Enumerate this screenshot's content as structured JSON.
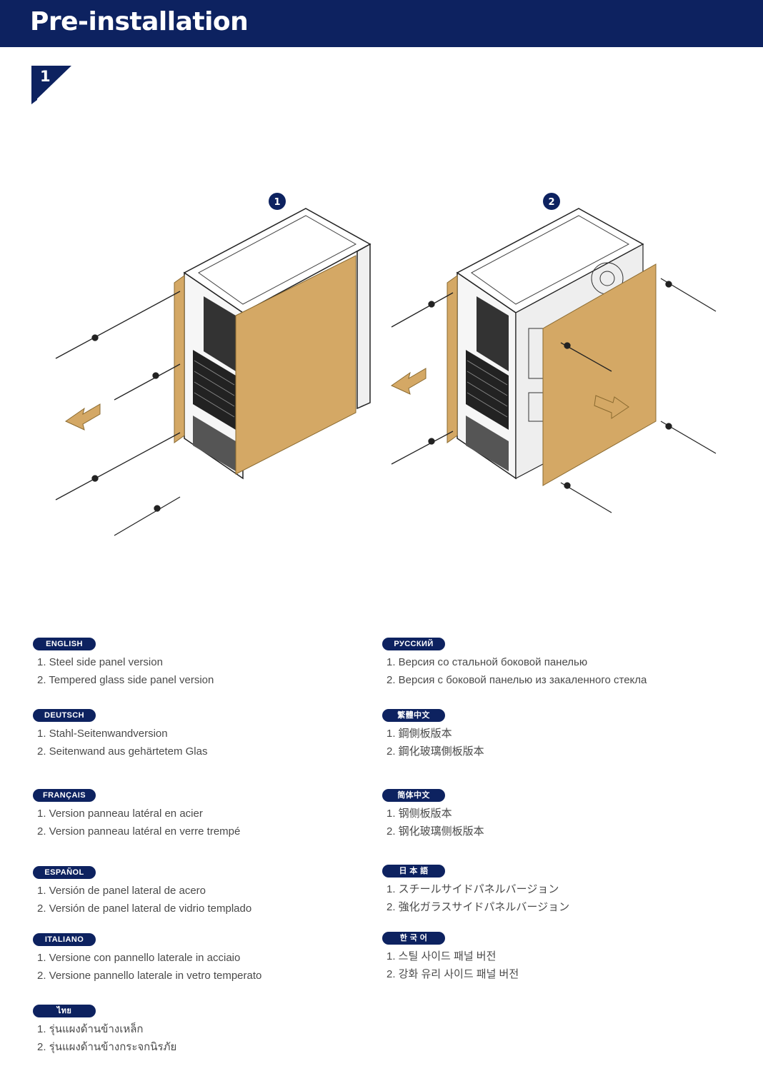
{
  "header": {
    "title": "Pre-installation"
  },
  "step": {
    "number": "1"
  },
  "callouts": {
    "first": "1",
    "second": "2"
  },
  "colors": {
    "navy": "#0d2260",
    "panel": "#d4a865",
    "line": "#222222"
  },
  "languages": [
    {
      "label": "ENGLISH",
      "items": [
        "1. Steel side panel version",
        "2. Tempered glass side panel version"
      ]
    },
    {
      "label": "РУССКИЙ",
      "items": [
        "1. Версия со стальной боковой панелью",
        "2. Версия с боковой панелью из закаленного стекла"
      ]
    },
    {
      "label": "DEUTSCH",
      "items": [
        "1. Stahl-Seitenwandversion",
        "2. Seitenwand aus gehärtetem Glas"
      ]
    },
    {
      "label": "繁體中文",
      "items": [
        "1. 鋼側板版本",
        "2. 鋼化玻璃側板版本"
      ]
    },
    {
      "label": "FRANÇAIS",
      "items": [
        "1. Version panneau latéral en acier",
        "2. Version panneau latéral en verre trempé"
      ]
    },
    {
      "label": "简体中文",
      "items": [
        "1. 钢侧板版本",
        "2. 钢化玻璃侧板版本"
      ]
    },
    {
      "label": "ESPAÑOL",
      "items": [
        "1. Versión de panel lateral de acero",
        "2. Versión de panel lateral de vidrio templado"
      ]
    },
    {
      "label": "日 本 語",
      "items": [
        "1. スチールサイドパネルバージョン",
        "2. 強化ガラスサイドパネルバージョン"
      ]
    },
    {
      "label": "ITALIANO",
      "items": [
        "1. Versione con pannello laterale in acciaio",
        "2. Versione pannello laterale in vetro temperato"
      ]
    },
    {
      "label": "한 국 어",
      "items": [
        "1. 스틸 사이드 패널 버전",
        "2. 강화 유리 사이드 패널 버전"
      ]
    },
    {
      "label": "ไทย",
      "items": [
        "1. รุ่นแผงด้านข้างเหล็ก",
        "2. รุ่นแผงด้านข้างกระจกนิรภัย"
      ]
    }
  ]
}
